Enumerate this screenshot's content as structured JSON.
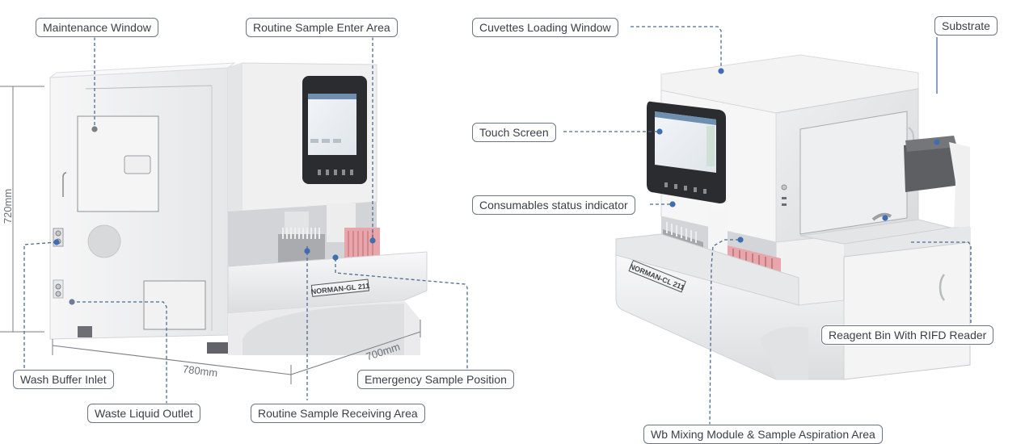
{
  "title": "NORMAN CL-211 Analyzer Components",
  "left_view": {
    "model_plate": "NORMAN-GL 211",
    "labels": {
      "maintenance_window": "Maintenance Window",
      "routine_sample_enter_area": "Routine Sample Enter Area",
      "wash_buffer_inlet": "Wash Buffer Inlet",
      "waste_liquid_outlet": "Waste Liquid Outlet",
      "routine_sample_receiving_area": "Routine Sample Receiving Area",
      "emergency_sample_position": "Emergency Sample Position"
    },
    "dimensions": {
      "height": "720mm",
      "width": "780mm",
      "depth": "700mm"
    }
  },
  "right_view": {
    "model_plate": "NORMAN-CL 211",
    "labels": {
      "cuvettes_loading_window": "Cuvettes Loading Window",
      "substrate": "Substrate",
      "touch_screen": "Touch Screen",
      "consumables_status_indicator": "Consumables status indicator",
      "reagent_bin_rfid_reader": "Reagent Bin With RIFD Reader",
      "wb_mixing_module": "Wb Mixing Module & Sample Aspiration Area"
    }
  },
  "colors": {
    "leader_line": "#4a6c95",
    "marker_dot": "#3f6db0",
    "label_border": "#6a7585",
    "sample_rack_pink": "#e8a6ab",
    "sample_rack_gray": "#a9abaf",
    "body_white": "#f1f1f2",
    "screen_bezel": "#2b2c2f"
  }
}
